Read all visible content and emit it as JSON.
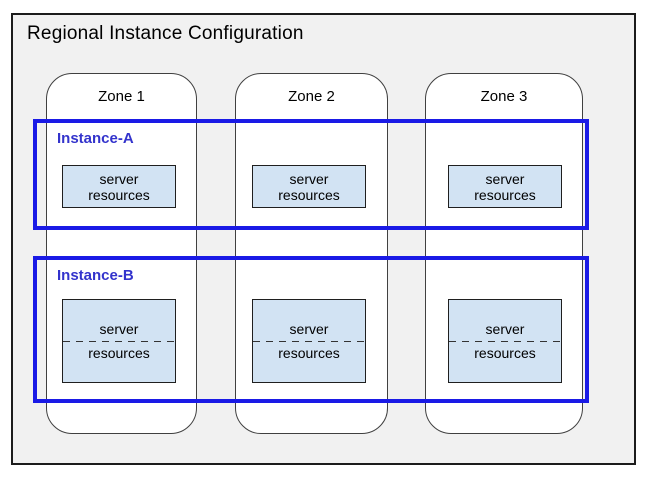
{
  "title": "Regional Instance Configuration",
  "zones": [
    {
      "label": "Zone 1"
    },
    {
      "label": "Zone 2"
    },
    {
      "label": "Zone 3"
    }
  ],
  "instances": [
    {
      "label": "Instance-A"
    },
    {
      "label": "Instance-B"
    }
  ],
  "server_box": {
    "line1": "server",
    "line2": "resources"
  },
  "colors": {
    "instance_border": "#1a1ae6",
    "instance_label": "#3333cc",
    "server_box_fill": "#d2e3f3",
    "server_box_border": "#1f1f1f",
    "region_background": "#f1f1f1",
    "zone_background": "#ffffff",
    "zone_border": "#404040",
    "outer_border": "#1c1c1c",
    "text": "#000000"
  }
}
